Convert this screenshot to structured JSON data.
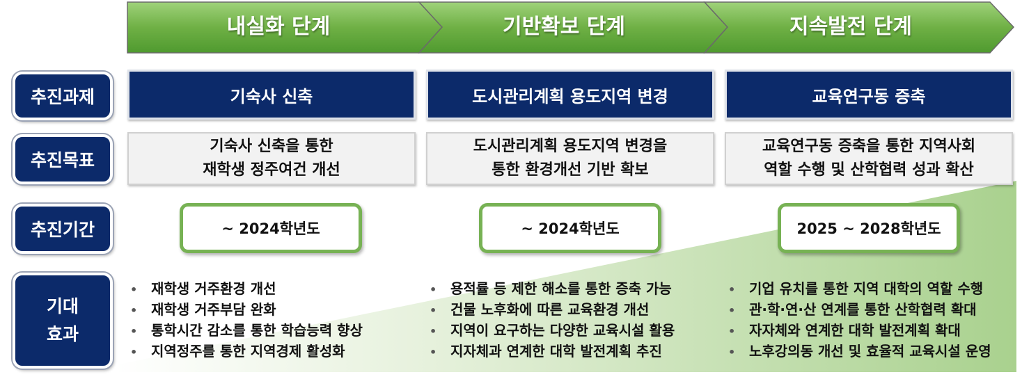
{
  "phases": [
    "내실화 단계",
    "기반확보 단계",
    "지속발전 단계"
  ],
  "row_labels": {
    "task": "추진과제",
    "goal": "추진목표",
    "period": "추진기간",
    "effect_line1": "기대",
    "effect_line2": "효과"
  },
  "tasks": [
    "기숙사 신축",
    "도시관리계획 용도지역 변경",
    "교육연구동 증축"
  ],
  "goals": [
    {
      "line1": "기숙사 신축을 통한",
      "line2": "재학생 정주여건 개선"
    },
    {
      "line1": "도시관리계획 용도지역 변경을",
      "line2": "통한 환경개선 기반 확보"
    },
    {
      "line1": "교육연구동 증축을 통한 지역사회",
      "line2": "역할 수행 및 산학협력 성과 확산"
    }
  ],
  "periods": [
    "~ 2024학년도",
    "~ 2024학년도",
    "2025 ~ 2028학년도"
  ],
  "bullet_symbol": "•",
  "effects": [
    [
      "재학생 거주환경 개선",
      "재학생 거주부담 완화",
      "통학시간 감소를 통한 학습능력 향상",
      "지역정주를 통한 지역경제 활성화"
    ],
    [
      "용적률 등 제한 해소를 통한 증축 가능",
      "건물 노후화에 따른 교육환경 개선",
      "지역이 요구하는 다양한 교육시설 활용",
      "지자체과 연계한 대학 발전계획 추진"
    ],
    [
      "기업 유치를 통한 지역 대학의 역할 수행",
      "관·학·연·산 연계를 통한 산학협력 확대",
      "자자체와 연계한 대학 발전계획 확대",
      "노후강의동 개선 및 효율적 교육시설 운영"
    ]
  ],
  "colors": {
    "navy": "#0c2a6a",
    "phase_green_light": "#8cc464",
    "phase_green_dark": "#4f9a2f",
    "period_border": "#77b254",
    "ramp_green": "#a9d18e"
  }
}
